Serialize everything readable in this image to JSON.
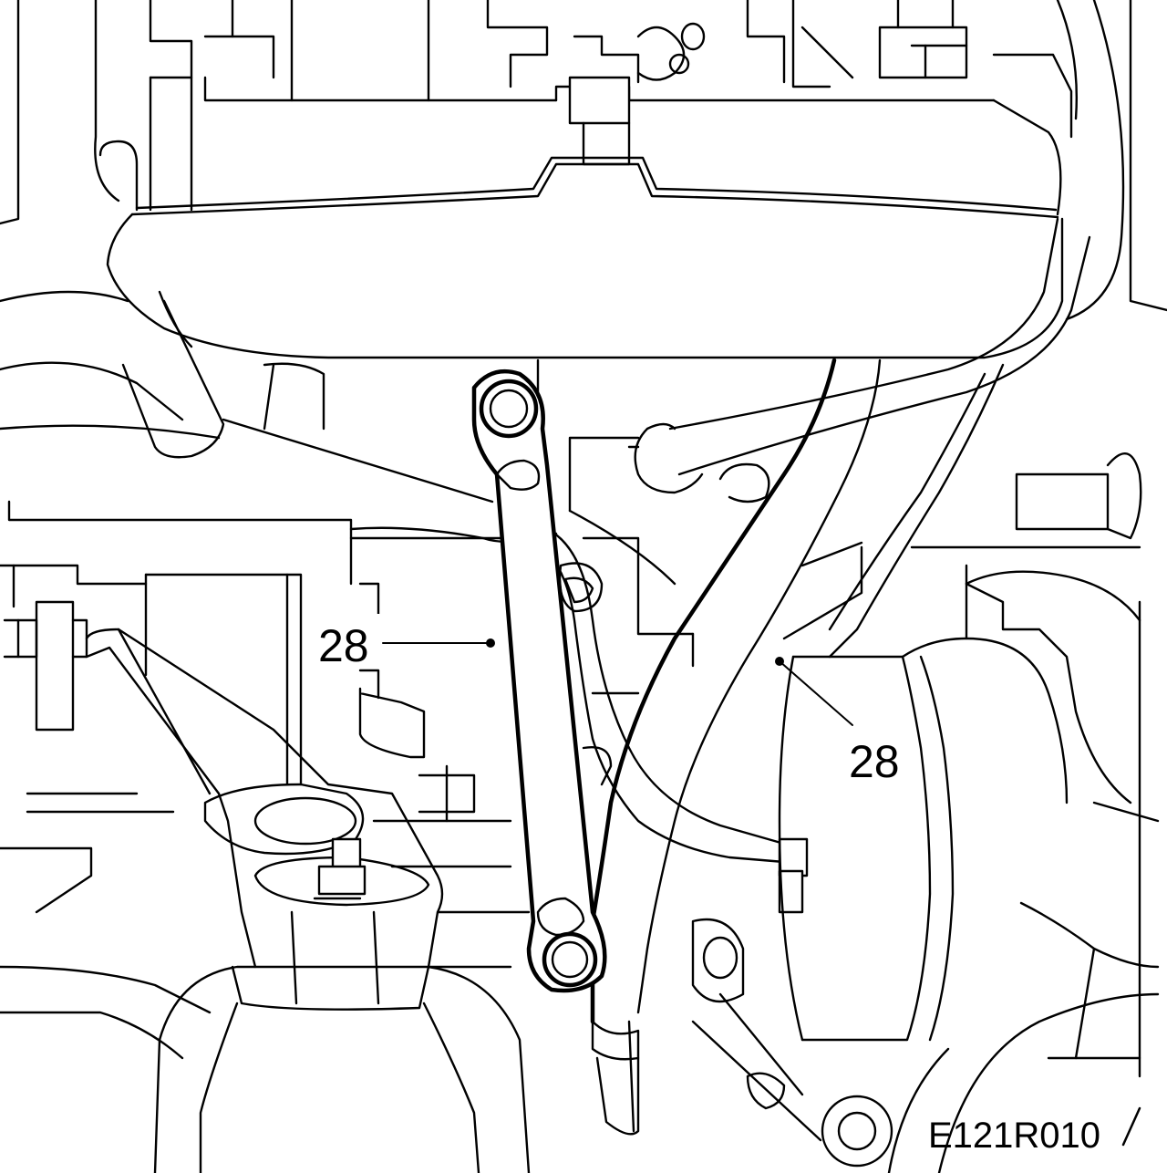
{
  "callouts": [
    {
      "id": "left",
      "label": "28"
    },
    {
      "id": "right",
      "label": "28"
    }
  ],
  "figure_code": "E121R010"
}
